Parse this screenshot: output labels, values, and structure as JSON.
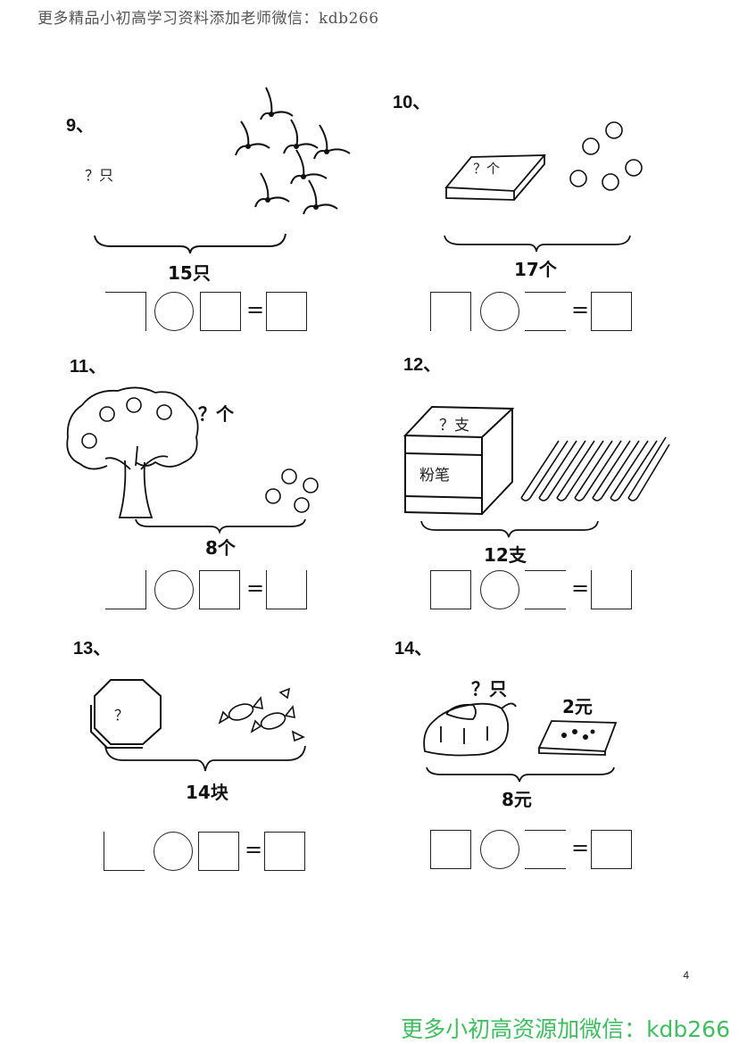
{
  "header": "更多精品小初高学习资料添加老师微信：kdb266",
  "problems": {
    "p9": {
      "number": "9、",
      "question": "？只",
      "total": "15只"
    },
    "p10": {
      "number": "10、",
      "question": "？个",
      "total": "17个"
    },
    "p11": {
      "number": "11、",
      "question": "？个",
      "total": "8个"
    },
    "p12": {
      "number": "12、",
      "question": "？支",
      "box_label": "粉笔",
      "total": "12支"
    },
    "p13": {
      "number": "13、",
      "question": "？",
      "total": "14块"
    },
    "p14": {
      "number": "14、",
      "question": "？只",
      "price": "2元",
      "total": "8元"
    }
  },
  "equation": {
    "equals": "="
  },
  "page_number": "4",
  "footer": "更多小初高资源加微信：kdb266"
}
